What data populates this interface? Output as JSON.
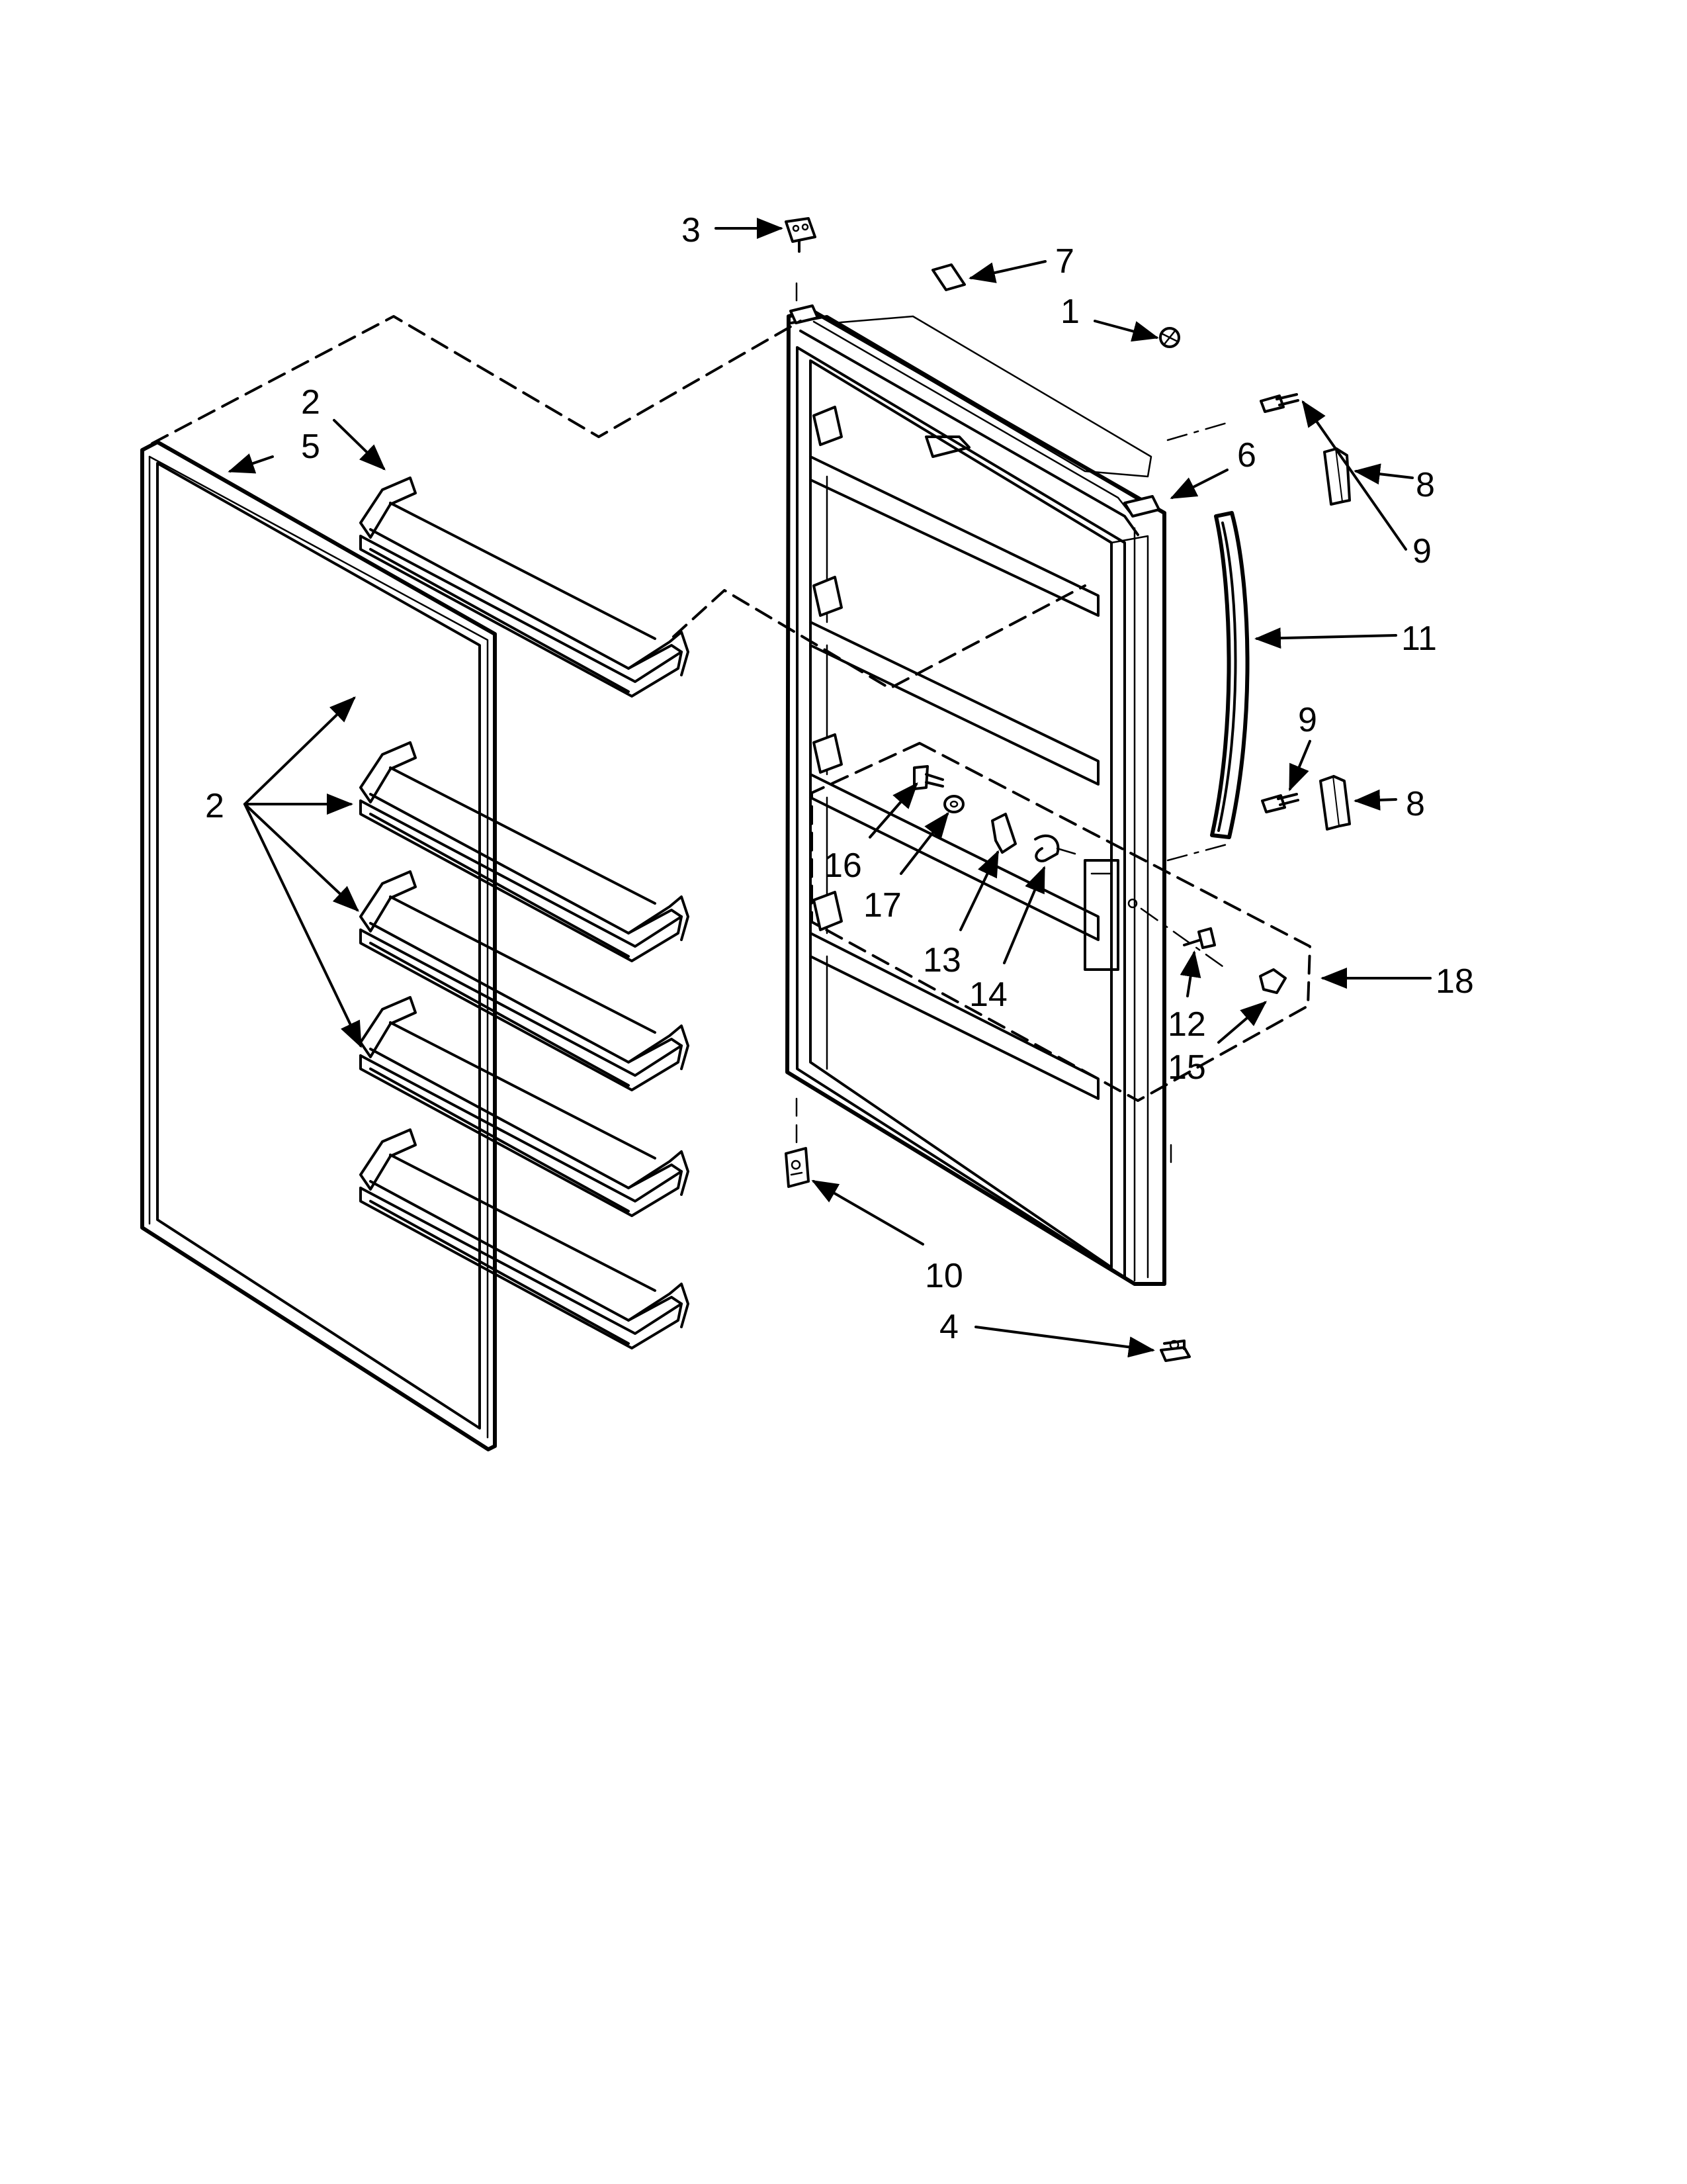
{
  "diagram": {
    "callouts": [
      {
        "id": "c3",
        "text": "3"
      },
      {
        "id": "c7",
        "text": "7"
      },
      {
        "id": "c1",
        "text": "1"
      },
      {
        "id": "c2a",
        "text": "2"
      },
      {
        "id": "c5",
        "text": "5"
      },
      {
        "id": "c6",
        "text": "6"
      },
      {
        "id": "c8a",
        "text": "8"
      },
      {
        "id": "c9a",
        "text": "9"
      },
      {
        "id": "c11",
        "text": "11"
      },
      {
        "id": "c9b",
        "text": "9"
      },
      {
        "id": "c8b",
        "text": "8"
      },
      {
        "id": "c2b",
        "text": "2"
      },
      {
        "id": "c16",
        "text": "16"
      },
      {
        "id": "c17",
        "text": "17"
      },
      {
        "id": "c13",
        "text": "13"
      },
      {
        "id": "c14",
        "text": "14"
      },
      {
        "id": "c18",
        "text": "18"
      },
      {
        "id": "c12",
        "text": "12"
      },
      {
        "id": "c15",
        "text": "15"
      },
      {
        "id": "c10",
        "text": "10"
      },
      {
        "id": "c4",
        "text": "4"
      }
    ]
  }
}
